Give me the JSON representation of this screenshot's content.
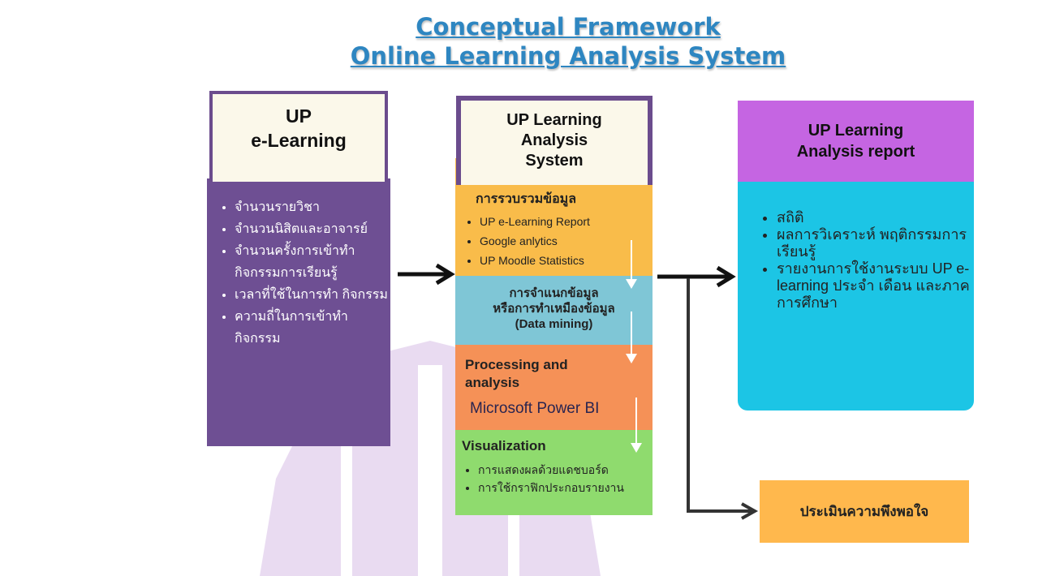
{
  "title": {
    "line1": "Conceptual Framework",
    "line2": "Online Learning Analysis System"
  },
  "column1": {
    "heading_line1": "UP",
    "heading_line2": "e-Learning",
    "items": [
      "จำนวนรายวิชา",
      "จำนวนนิสิตและอาจารย์",
      "จำนวนครั้งการเข้าทำ กิจกรรมการเรียนรู้",
      "เวลาที่ใช้ในการทำ กิจกรรม",
      "ความถี่ในการเข้าทำ กิจกรรม"
    ]
  },
  "column2": {
    "heading_line1": "UP Learning",
    "heading_line2": "Analysis",
    "heading_line3": "System",
    "section1": {
      "title": "การรวบรวมข้อมูล",
      "items": [
        "UP e-Learning Report",
        "Google anlytics",
        "UP Moodle Statistics"
      ]
    },
    "section2": {
      "title_line1": "การจำแนกข้อมูล",
      "title_line2": "หรือการทำเหมืองข้อมูล",
      "title_line3": "(Data mining)"
    },
    "section3": {
      "title_line1": "Processing and",
      "title_line2": "analysis",
      "tool": "Microsoft Power BI"
    },
    "section4": {
      "title": "Visualization",
      "items": [
        "การแสดงผลด้วยแดชบอร์ด",
        "การใช้กราฟิกประกอบรายงาน"
      ]
    }
  },
  "column3": {
    "heading_line1": "UP Learning",
    "heading_line2": "Analysis report",
    "items": [
      "สถิติ",
      "ผลการวิเคราะห์ พฤติกรรมการเรียนรู้",
      "รายงานการใช้งานระบบ UP e-learning ประจำ เดือน และภาคการศึกษา"
    ]
  },
  "satisfaction": {
    "label": "ประเมินความพึงพอใจ"
  },
  "colors": {
    "title": "#2e86c1",
    "purple": "#6e4f93",
    "orange": "#f9bc4a",
    "blue": "#7fc6d6",
    "coral": "#f59157",
    "green": "#8fdb6e",
    "magenta": "#c565e2",
    "cyan": "#1cc5e5",
    "amber": "#ffb84d"
  }
}
